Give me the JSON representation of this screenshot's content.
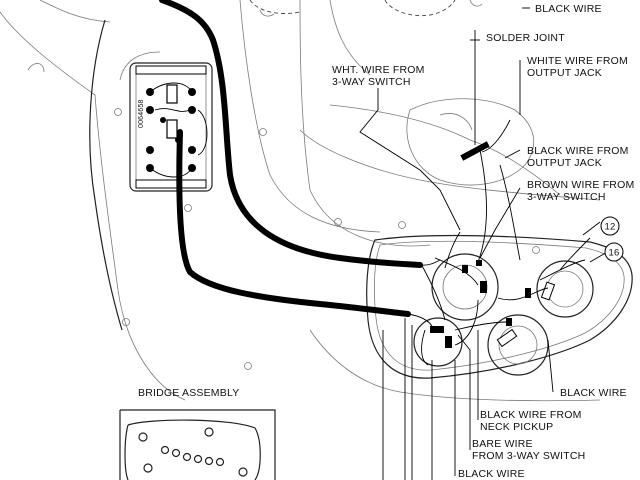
{
  "labels": {
    "black_wire_top": "BLACK WIRE",
    "solder_joint": "SOLDER JOINT",
    "wht_wire_line1": "WHT. WIRE FROM",
    "wht_wire_line2": "3-WAY SWITCH",
    "white_wire_line1": "WHITE WIRE FROM",
    "white_wire_line2": "OUTPUT JACK",
    "black_output_line1": "BLACK WIRE FROM",
    "black_output_line2": "OUTPUT JACK",
    "brown_wire_line1": "BROWN WIRE FROM",
    "brown_wire_line2": "3-WAY SWITCH",
    "callout_12": "12",
    "callout_16": "16",
    "black_wire_right": "BLACK WIRE",
    "black_neck_line1": "BLACK WIRE FROM",
    "black_neck_line2": "NECK PICKUP",
    "bare_wire_line1": "BARE WIRE",
    "bare_wire_line2": "FROM 3-WAY SWITCH",
    "black_wire_bottom": "BLACK WIRE",
    "bridge_assembly": "BRIDGE ASSEMBLY",
    "pickup_part_number": "0064658"
  }
}
